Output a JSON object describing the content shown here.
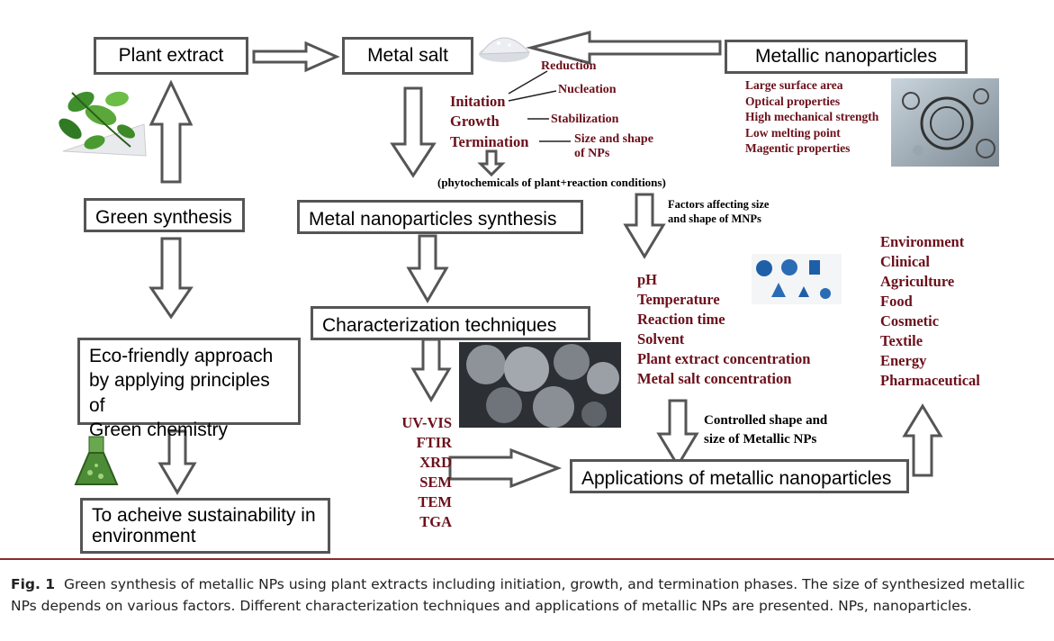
{
  "boxes": {
    "plant_extract": "Plant extract",
    "metal_salt": "Metal salt",
    "metallic_np": "Metallic nanoparticles",
    "green_synthesis": "Green synthesis",
    "metal_np_synthesis": "Metal nanoparticles synthesis",
    "characterization": "Characterization techniques",
    "eco_line1": "Eco-friendly approach",
    "eco_line2": "by applying principles of",
    "eco_line3": "Green chemistry",
    "sustain_line1": "To acheive sustainability in",
    "sustain_line2": "environment",
    "applications": "Applications of metallic nanoparticles"
  },
  "mechanism": {
    "reduction": "Reduction",
    "nucleation": "Nucleation",
    "stabilization": "Stabilization",
    "size_shape": "Size and shape",
    "of_nps": "of NPs",
    "initiation": "Initation",
    "growth": "Growth",
    "termination": "Termination",
    "phytochemicals": "(phytochemicals of plant+reaction conditions)"
  },
  "properties": [
    "Large surface area",
    "Optical properties",
    "High mechanical strength",
    "Low melting point",
    "Magentic properties"
  ],
  "factors_title": [
    "Factors affecting size",
    "and shape of MNPs"
  ],
  "factors": [
    "pH",
    "Temperature",
    "Reaction time",
    "Solvent",
    "Plant extract concentration",
    "Metal salt concentration"
  ],
  "controlled": [
    "Controlled shape and",
    "size of Metallic NPs"
  ],
  "techniques": [
    "UV-VIS",
    "FTIR",
    "XRD",
    "SEM",
    "TEM",
    "TGA"
  ],
  "applications_list": [
    "Environment",
    "Clinical",
    "Agriculture",
    "Food",
    "Cosmetic",
    "Textile",
    "Energy",
    "Pharmaceutical"
  ],
  "caption": {
    "label": "Fig. 1",
    "line1": "Green synthesis of metallic NPs using plant extracts including initiation, growth, and termination phases. The size of synthesized metallic",
    "line2": "NPs depends on various factors. Different characterization techniques and applications of metallic NPs are presented. NPs, nanoparticles."
  },
  "colors": {
    "arrow_stroke": "#555555",
    "text_maroon": "#6b0f1a",
    "caption_rule": "#8b2a2a"
  },
  "icons": [
    "leaf-icon",
    "salt-pile-icon",
    "fullerene-image",
    "nanoparticle-shapes-image",
    "sem-micrograph-image",
    "green-flask-icon"
  ]
}
